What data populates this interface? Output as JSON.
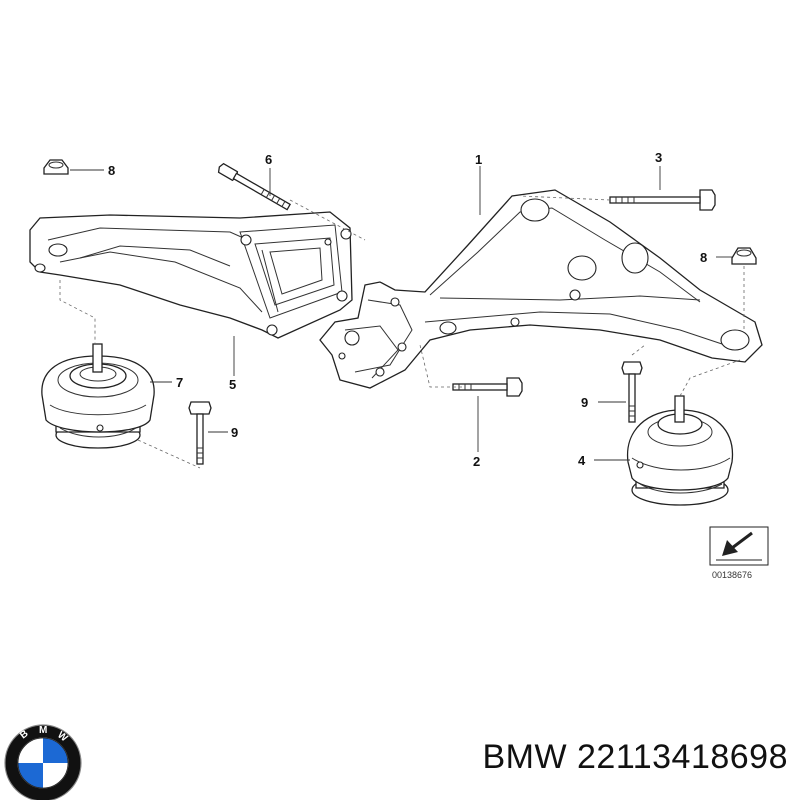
{
  "diagram": {
    "callouts": [
      "1",
      "2",
      "3",
      "4",
      "5",
      "6",
      "7",
      "8",
      "8",
      "9",
      "9"
    ],
    "reference": "00138676"
  },
  "logo": {
    "letters": "BMW",
    "colors": {
      "blue": "#1c69d4",
      "ring": "#111111",
      "white": "#ffffff"
    }
  },
  "caption": "BMW 22113418698"
}
